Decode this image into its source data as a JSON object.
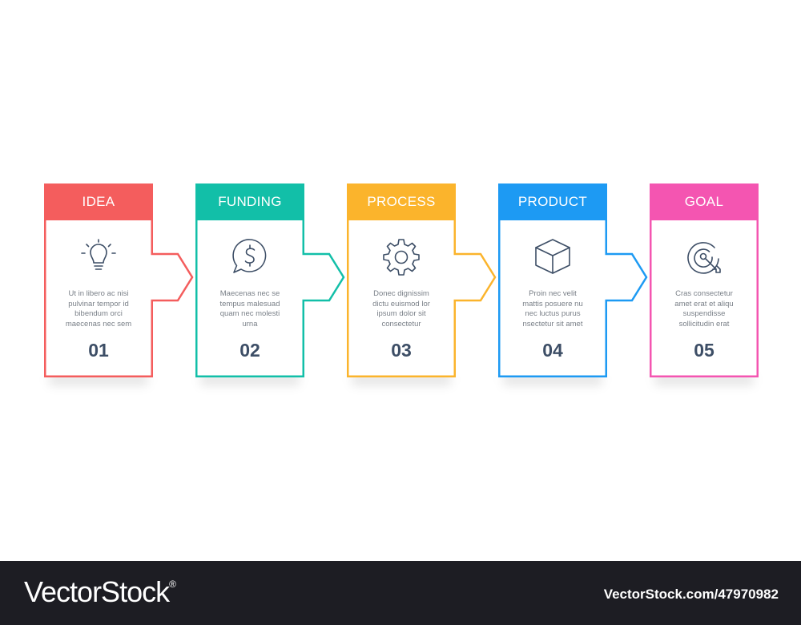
{
  "steps": [
    {
      "title": "IDEA",
      "number": "01",
      "color": "#f45d5d",
      "icon": "lightbulb-icon",
      "lines": [
        "Ut in libero ac nisi",
        "pulvinar tempor id",
        "bibendum orci",
        "maecenas nec sem"
      ]
    },
    {
      "title": "FUNDING",
      "number": "02",
      "color": "#12bfa8",
      "icon": "dollar-chat-icon",
      "lines": [
        "Maecenas nec se",
        "tempus malesuad",
        "quam nec molesti",
        "urna"
      ]
    },
    {
      "title": "PROCESS",
      "number": "03",
      "color": "#fbb42c",
      "icon": "gear-icon",
      "lines": [
        "Donec dignissim",
        "dictu euismod lor",
        "ipsum dolor sit",
        "consectetur"
      ]
    },
    {
      "title": "PRODUCT",
      "number": "04",
      "color": "#1d9af3",
      "icon": "cube-icon",
      "lines": [
        "Proin nec velit",
        "mattis posuere nu",
        "nec luctus purus",
        "nsectetur sit amet"
      ]
    },
    {
      "title": "GOAL",
      "number": "05",
      "color": "#f455b1",
      "icon": "target-icon",
      "lines": [
        "Cras consectetur",
        "amet erat et aliqu",
        "suspendisse",
        "sollicitudin erat"
      ]
    }
  ],
  "footer": {
    "logo_text": "VectorStock",
    "logo_mark": "®",
    "credit": "VectorStock.com/47970982"
  }
}
